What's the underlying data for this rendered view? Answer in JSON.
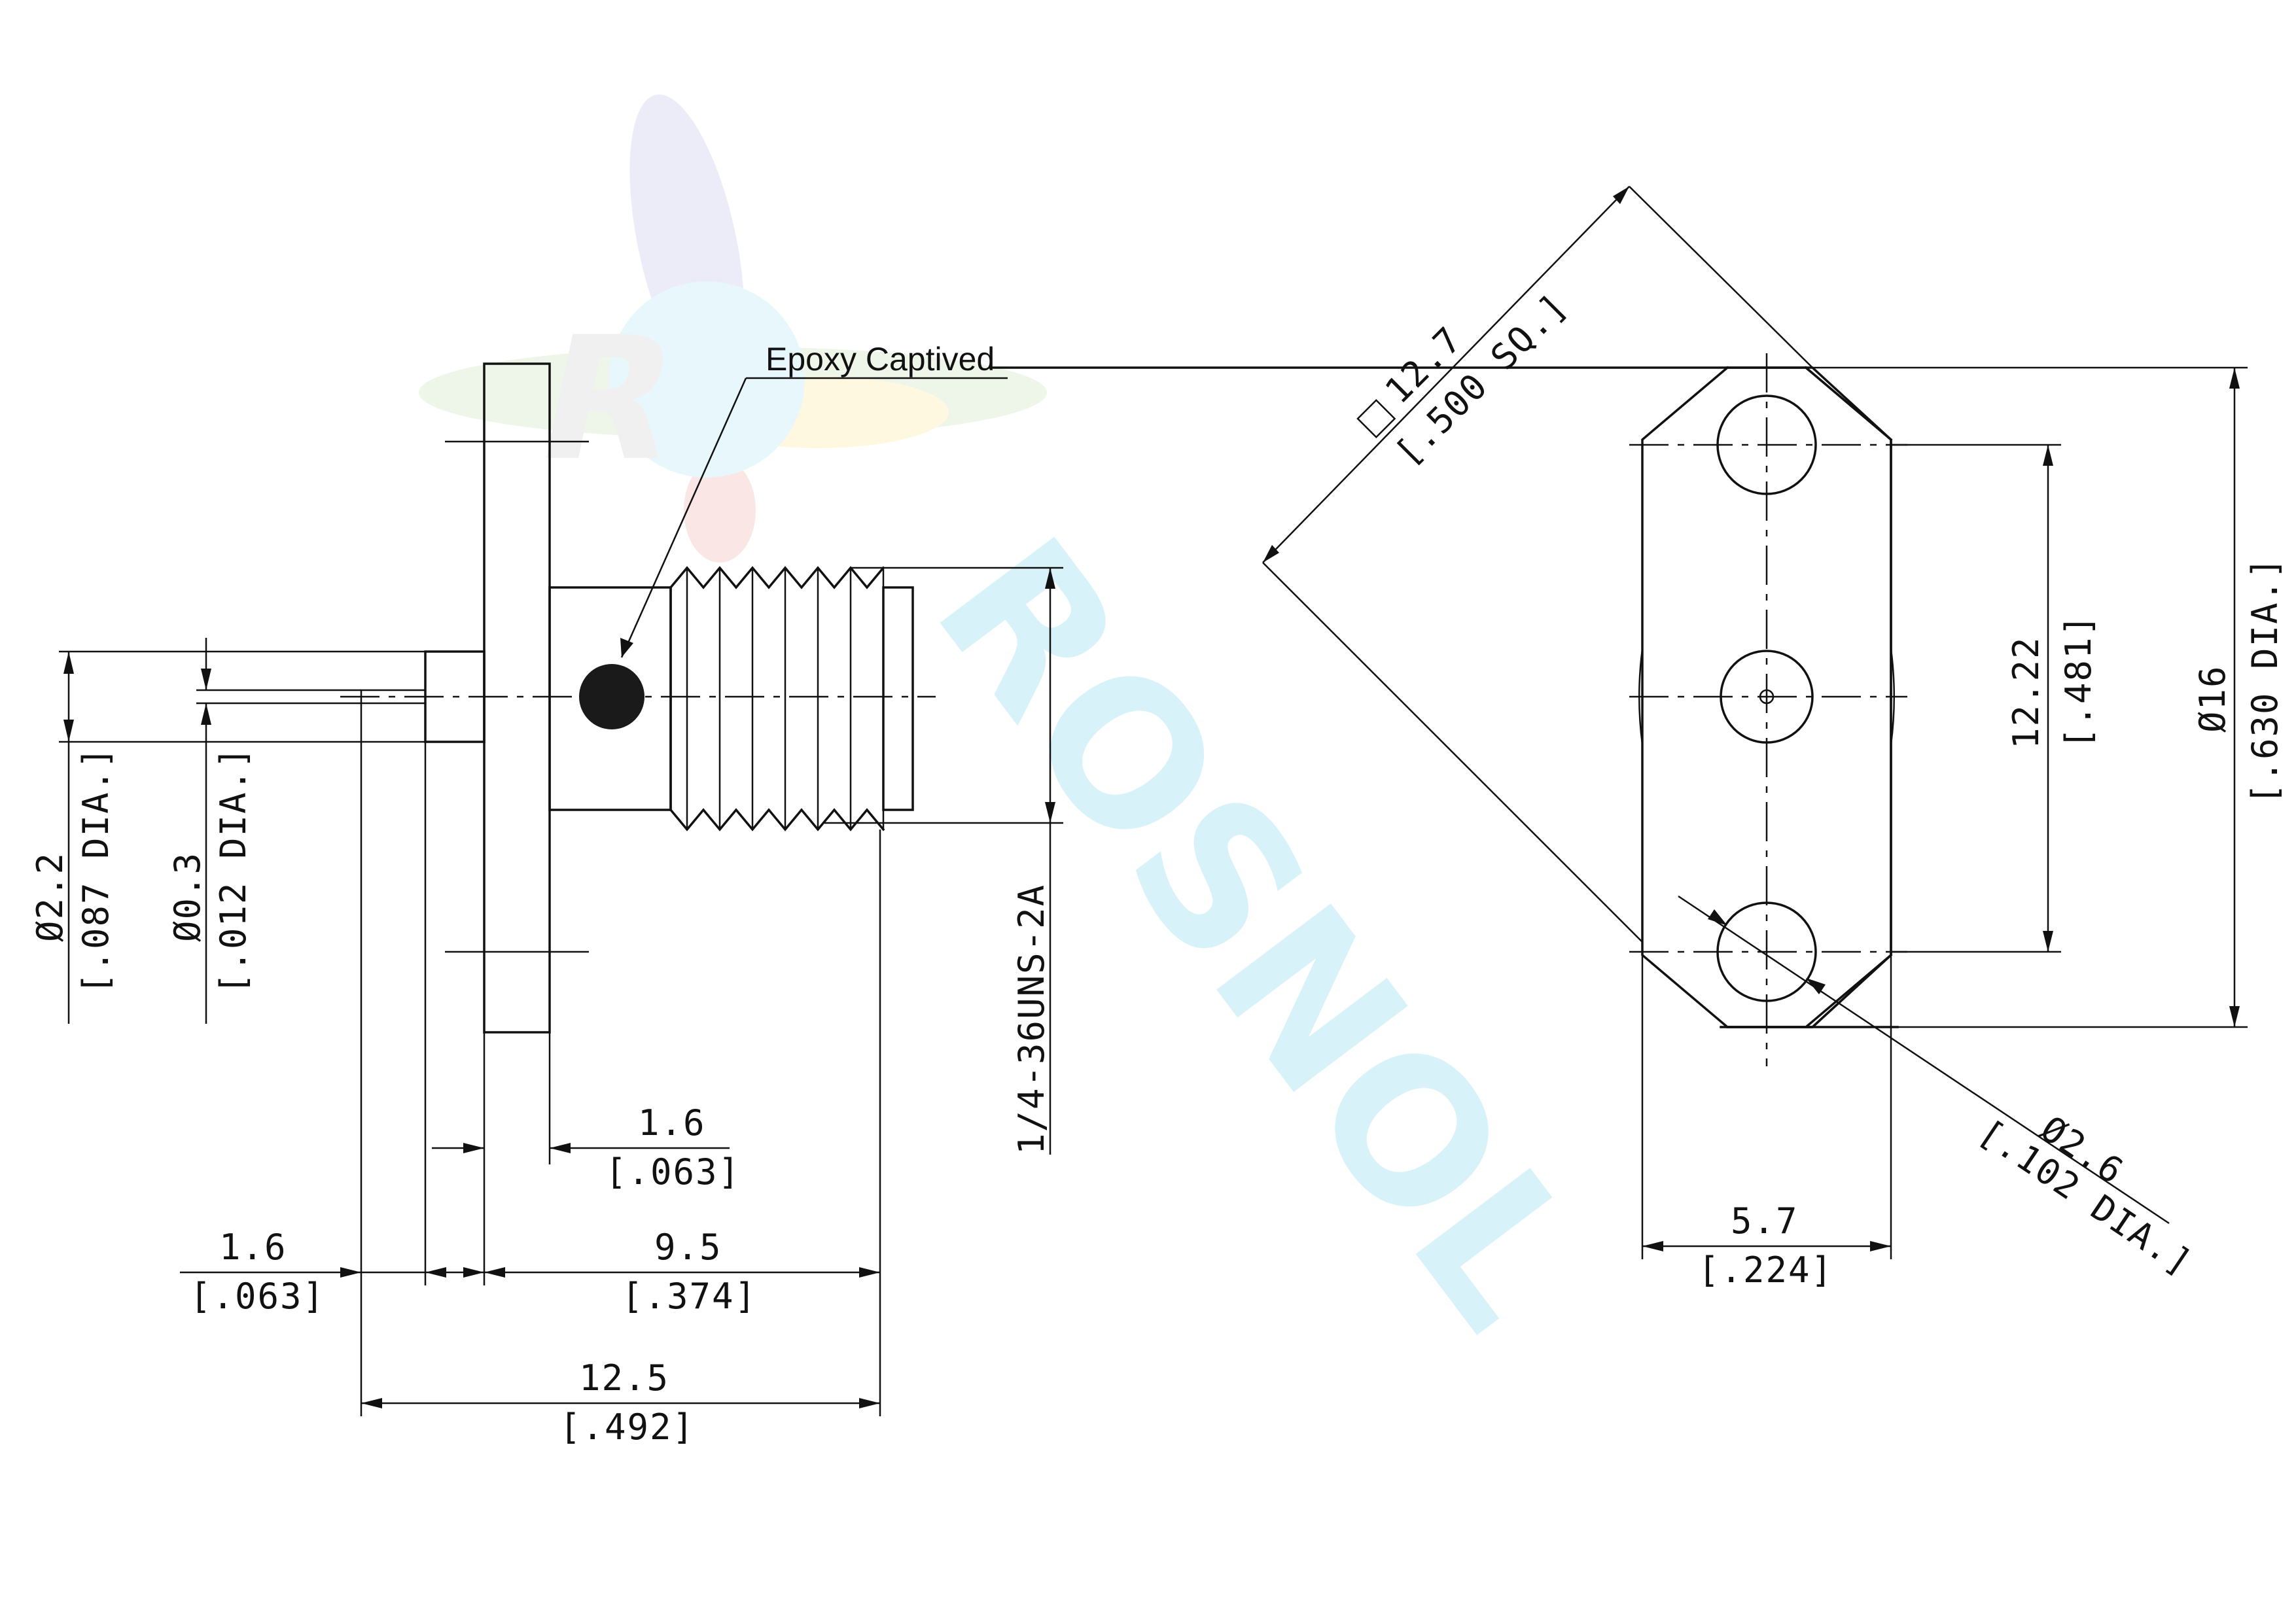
{
  "watermark": {
    "brand_text": "ROSNOL"
  },
  "side_view": {
    "note": "Epoxy Captived",
    "dims": {
      "pin_dia_mm": "Ø2.2",
      "pin_dia_in": "[.087 DIA.]",
      "contact_dia_mm": "Ø0.3",
      "contact_dia_in": "[.012 DIA.]",
      "flange_thk_mm": "1.6",
      "flange_thk_in": "[.063]",
      "pin_len_mm": "1.6",
      "pin_len_in": "[.063]",
      "body_len_mm": "9.5",
      "body_len_in": "[.374]",
      "overall_len_mm": "12.5",
      "overall_len_in": "[.492]",
      "thread": "1/4-36UNS-2A"
    }
  },
  "front_view": {
    "dims": {
      "square_mm": "12.7",
      "square_in": "[.500 SQ.]",
      "hole_spacing_mm": "12.22",
      "hole_spacing_in": "[.481]",
      "flange_dia_mm": "Ø16",
      "flange_dia_in": "[.630 DIA.]",
      "hole_dia_mm": "Ø2.6",
      "hole_dia_in": "[.102 DIA.]",
      "width_mm": "5.7",
      "width_in": "[.224]"
    }
  },
  "colors": {
    "line": "#111111",
    "watermark": "#cbeef7"
  }
}
